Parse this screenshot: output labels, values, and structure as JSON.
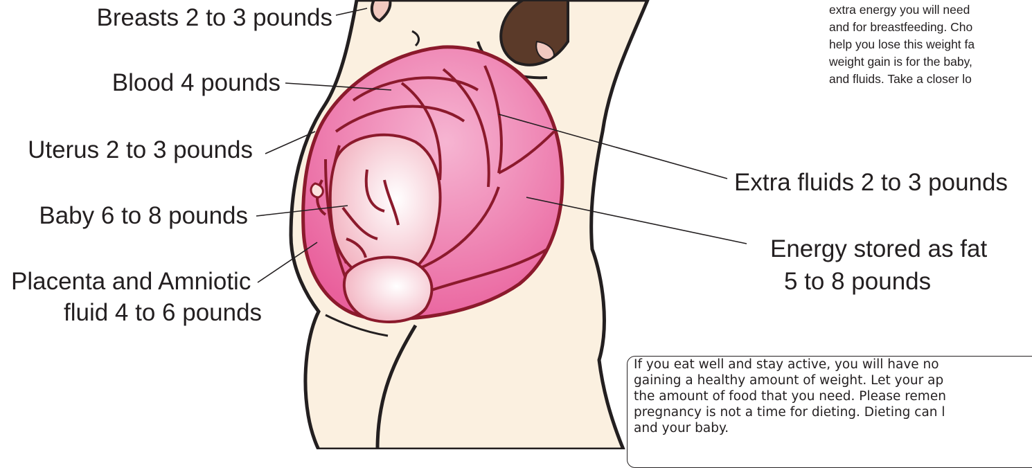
{
  "labels": {
    "breasts": "Breasts 2 to 3 pounds",
    "blood": "Blood 4 pounds",
    "uterus": "Uterus 2 to 3 pounds",
    "baby": "Baby 6 to 8 pounds",
    "placenta_line1": "Placenta and Amniotic",
    "placenta_line2": "fluid 4 to 6 pounds",
    "fluids": "Extra fluids 2 to 3 pounds",
    "fat_line1": "Energy stored as fat",
    "fat_line2": "5 to 8 pounds"
  },
  "body_text": {
    "lines": [
      "extra energy you will need",
      "and for breastfeeding.  Cho",
      "help you lose this weight fa",
      "weight gain is for the baby,",
      "and fluids.  Take a closer lo"
    ]
  },
  "note": {
    "lines": [
      " If you eat well and stay active, you will have no",
      "gaining a healthy amount of weight.  Let your ap",
      "the amount of food that you need.  Please remen",
      "pregnancy is not a time for dieting. Dieting can l",
      "and your baby."
    ]
  },
  "colors": {
    "skin": "#fbf0e0",
    "outline": "#231f20",
    "uterus_pink": "#ec6fa6",
    "uterus_light": "#f4a6c9",
    "vessel": "#8b1a2c",
    "baby_skin": "#fbe1de",
    "hair": "#5b3a29"
  }
}
